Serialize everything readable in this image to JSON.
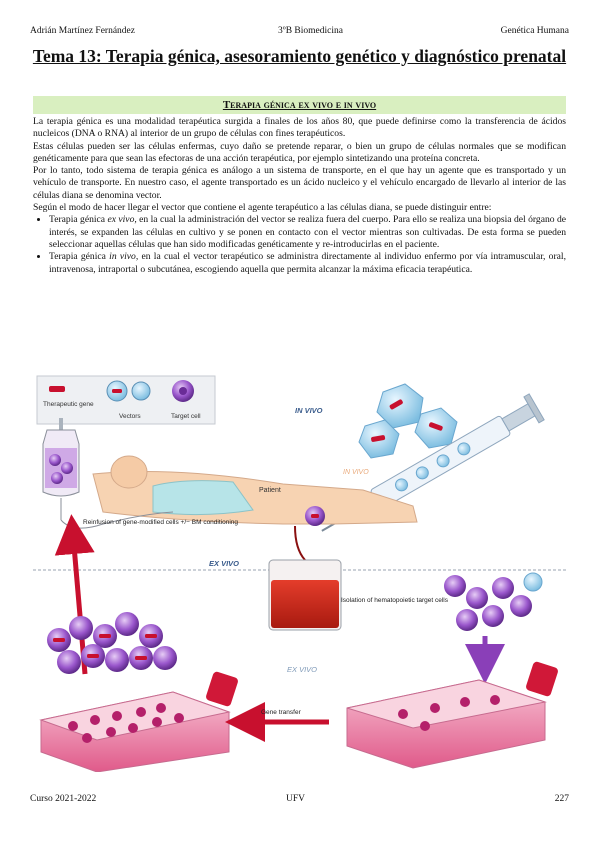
{
  "header": {
    "author": "Adrián Martínez Fernández",
    "course": "3ºB Biomedicina",
    "subject": "Genética Humana"
  },
  "title": "Tema 13: Terapia génica, asesoramiento genético y diagnóstico prenatal",
  "section_title": "Terapia génica ex vivo e in vivo",
  "paragraphs": [
    "La terapia génica es una modalidad terapéutica surgida a finales de los años 80, que puede definirse como la transferencia de ácidos nucleicos (DNA o RNA) al interior de un grupo de células con fines terapéuticos.",
    "Estas células pueden ser las células enfermas, cuyo daño se pretende reparar, o bien un grupo de células normales que se modifican genéticamente para que sean las efectoras de una acción terapéutica, por ejemplo sintetizando una proteína concreta.",
    "Por lo tanto, todo sistema de terapia génica es análogo a un sistema de transporte, en el que hay un agente que es transportado y un vehículo de transporte. En nuestro caso, el agente transportado es un ácido nucleico y el vehículo encargado de llevarlo al interior de las células diana se denomina vector.",
    "Según el modo de hacer llegar el vector que contiene el agente terapéutico a las células diana, se puede distinguir entre:"
  ],
  "bullets": [
    {
      "prefix": "Terapia génica ",
      "term": "ex vivo,",
      "text": " en la cual la administración del vector se realiza fuera del cuerpo. Para ello se realiza una biopsia del órgano de interés, se expanden las células en cultivo y se ponen en contacto con el vector mientras son cultivadas. De esta forma se pueden seleccionar aquellas células que han sido modificadas genéticamente y re-introducirlas en el paciente."
    },
    {
      "prefix": "Terapia génica ",
      "term": "in vivo,",
      "text": " en la cual el vector terapéutico se administra directamente al individuo enfermo por vía intramuscular, oral, intravenosa, intraportal o subcutánea, escogiendo aquella que permita alcanzar la máxima eficacia terapéutica."
    }
  ],
  "figure": {
    "legend_gene": "Therapeutic gene",
    "legend_vectors": "Vectors",
    "legend_target": "Target cell",
    "in_vivo": "IN VIVO",
    "in_vivo_small": "IN VIVO",
    "patient": "Patient",
    "reinfusion": "Reinfusion of gene-modified cells +/− BM conditioning",
    "ex_vivo_top": "EX VIVO",
    "isolation": "Isolation of hematopoietic target cells",
    "ex_vivo_bottom": "EX VIVO",
    "gene_transfer": "Gene transfer"
  },
  "footer": {
    "year": "Curso 2021-2022",
    "institution": "UFV",
    "page": "227"
  }
}
